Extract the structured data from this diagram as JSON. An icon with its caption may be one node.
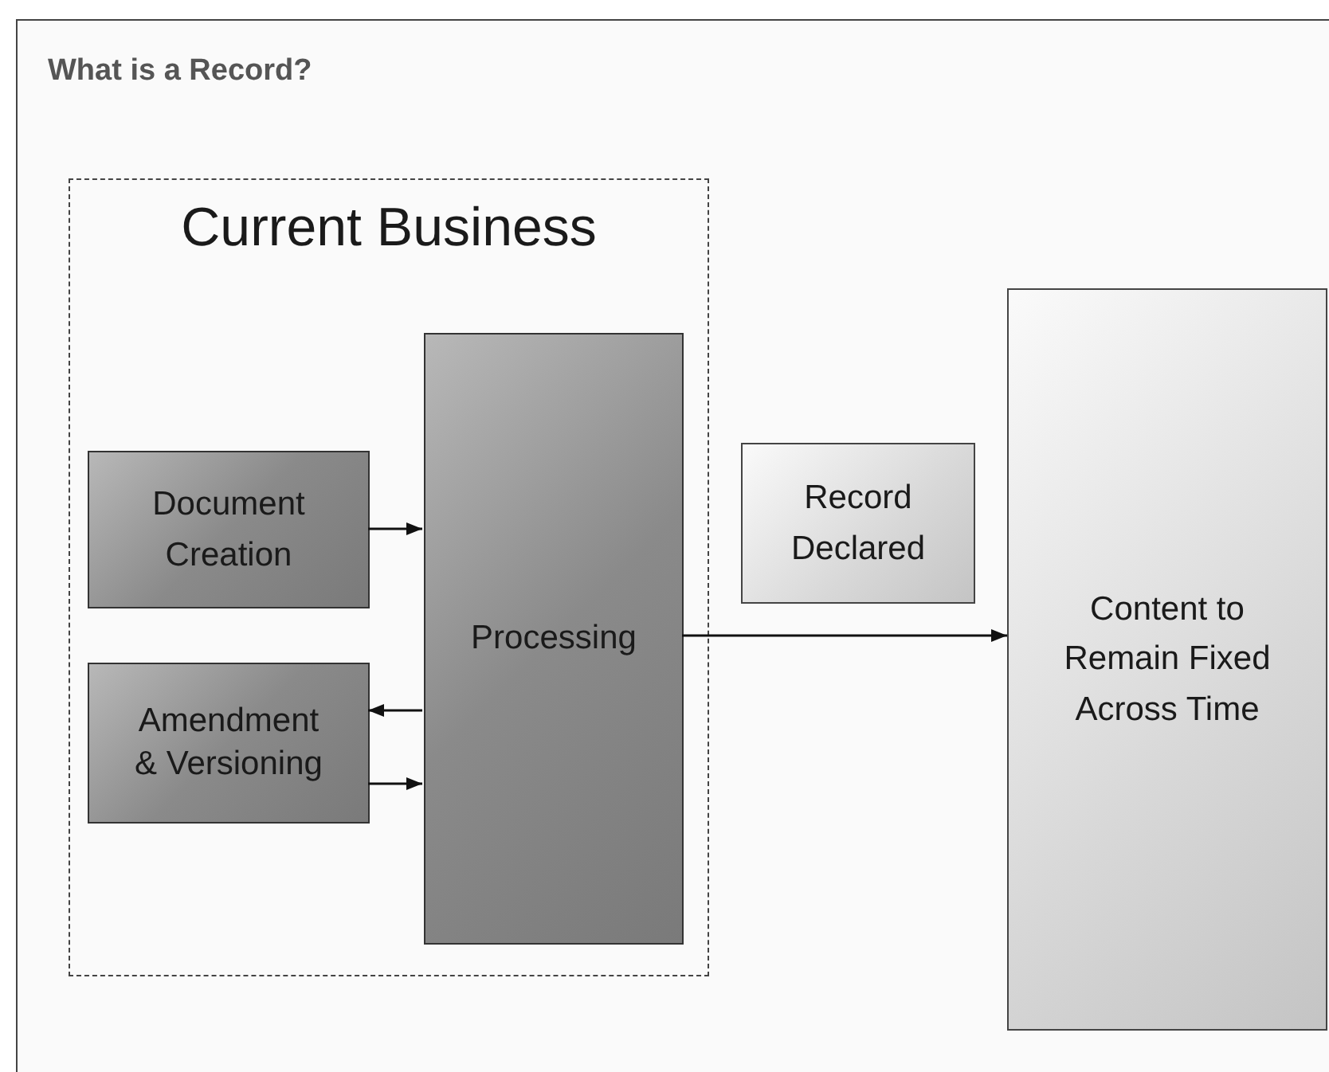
{
  "diagram": {
    "title": "What is a Record?",
    "nodes": [
      {
        "text": [
          "Current Business"
        ]
      },
      {
        "text": [
          "Document Creation"
        ],
        "in": 0
      },
      {
        "text": [
          "Amendment & Versioning"
        ],
        "in": 0
      },
      {
        "text": [
          "Processing"
        ],
        "in": 0
      },
      {
        "text": [
          "Record Declared"
        ]
      },
      {
        "text": [
          "Content to Remain Fixed Across Time"
        ]
      }
    ],
    "edges": [
      {
        "from": 1,
        "to": 3,
        "arrow": "to"
      },
      {
        "from": 3,
        "to": 2,
        "arrow": "to"
      },
      {
        "from": 2,
        "to": 3,
        "arrow": "to"
      },
      {
        "from": 3,
        "to": 5,
        "arrow": "to"
      }
    ]
  }
}
